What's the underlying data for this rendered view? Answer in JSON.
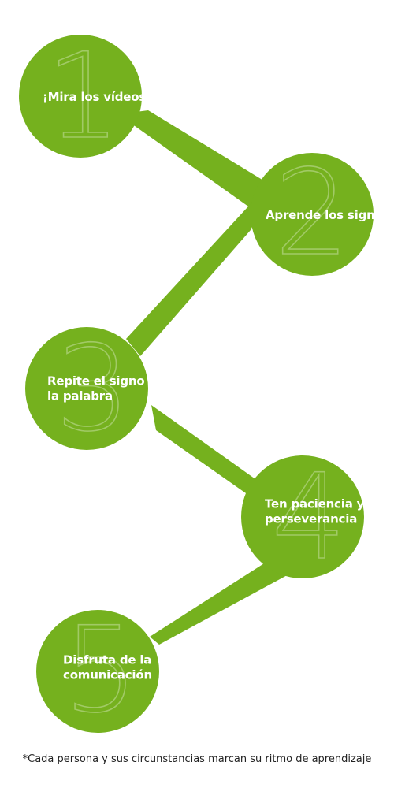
{
  "steps": [
    {
      "number": "1",
      "lines": [
        "¡Mira los vídeos!"
      ]
    },
    {
      "number": "2",
      "lines": [
        "Aprende los signos"
      ]
    },
    {
      "number": "3",
      "lines": [
        "Repite el signo con",
        "la palabra"
      ]
    },
    {
      "number": "4",
      "lines": [
        "Ten paciencia y",
        "perseverancia"
      ]
    },
    {
      "number": "5",
      "lines": [
        "Disfruta de la",
        "comunicación"
      ]
    }
  ],
  "footnote": "*Cada persona y sus circunstancias marcan su ritmo de aprendizaje",
  "colors": {
    "green": "#75b11e",
    "text": "#ffffff",
    "footnote": "#222222"
  }
}
